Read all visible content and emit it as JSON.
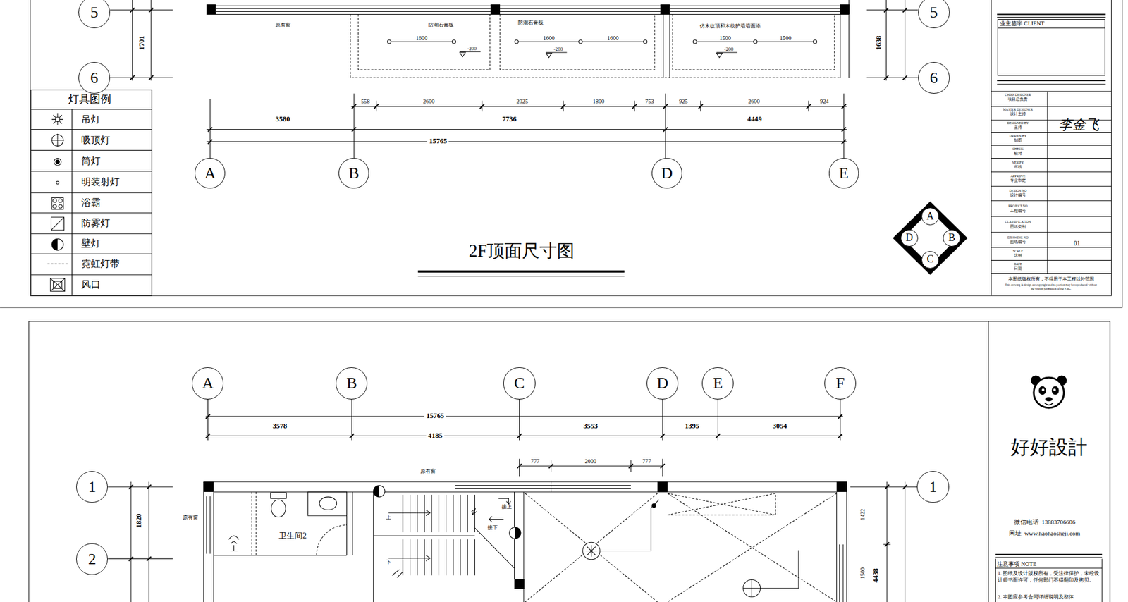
{
  "diagram": {
    "title": "2F顶面尺寸图",
    "nodes": [
      {
        "text": [
          "5"
        ]
      },
      {
        "text": [
          "5"
        ]
      },
      {
        "text": [
          "6"
        ]
      },
      {
        "text": [
          "6"
        ]
      },
      {
        "text": [
          "A"
        ]
      },
      {
        "text": [
          "B"
        ]
      },
      {
        "text": [
          "D"
        ]
      },
      {
        "text": [
          "E"
        ]
      },
      {
        "text": [
          "A"
        ]
      },
      {
        "text": [
          "D"
        ]
      },
      {
        "text": [
          "B"
        ]
      },
      {
        "text": [
          "C"
        ]
      },
      {
        "text": [
          "A"
        ]
      },
      {
        "text": [
          "B"
        ]
      },
      {
        "text": [
          "C"
        ]
      },
      {
        "text": [
          "D"
        ]
      },
      {
        "text": [
          "E"
        ]
      },
      {
        "text": [
          "F"
        ]
      },
      {
        "text": [
          "1"
        ]
      },
      {
        "text": [
          "1"
        ]
      },
      {
        "text": [
          "2"
        ]
      }
    ],
    "labels": [
      "原有窗",
      "防潮石膏板",
      "防潮石膏板",
      "仿木纹顶和木纹护墙墙面漆",
      "1600",
      "-200",
      "1600",
      "1600",
      "-200",
      "1500",
      "1500",
      "-200",
      "1701",
      "1638",
      "558",
      "2600",
      "2025",
      "1800",
      "753",
      "925",
      "2600",
      "924",
      "3580",
      "7736",
      "4449",
      "15765",
      "灯具图例",
      "业主签字 CLIENT",
      "CHIEF DESIGNER",
      "项目总负责",
      "MASTER DESIGNER",
      "设计主持",
      "DESIGNED BY",
      "主持",
      "DRAWN BY",
      "制图",
      "CHECK",
      "校对",
      "VERIFY",
      "审核",
      "APPROVE",
      "专业审定",
      "DESIGN NO",
      "设计编号",
      "PROJECT NO",
      "工程编号",
      "CLASSIFICATION",
      "图纸类别",
      "DRAWING NO",
      "图纸编号",
      "SCALE",
      "比例",
      "DATE",
      "日期",
      "李金飞",
      "01",
      "本图纸版权所有，不得用于本工程以外范围",
      "This drawing & design are copyright and no portion may be reproduced without the written permission of the ENG.",
      "15765",
      "3578",
      "4185",
      "3553",
      "1395",
      "3054",
      "777",
      "2000",
      "777",
      "原有窗",
      "原有窗",
      "1820",
      "1422",
      "1500",
      "4438",
      "卫生间2",
      "上",
      "下",
      "接上",
      "接下",
      "好好設計",
      "微信电话  13883706606",
      "网址  www.haohaosheji.com",
      "注意事项 NOTE",
      "1. 图纸及设计版权所有，受法律保护，未经设计师书面许可，任何部门不得翻印及拷贝。",
      "2. 本图应参考合同详细说明及整体"
    ],
    "legend": [
      {
        "text": "吊灯"
      },
      {
        "text": "吸顶灯"
      },
      {
        "text": "筒灯"
      },
      {
        "text": "明装射灯"
      },
      {
        "text": "浴霸"
      },
      {
        "text": "防雾灯"
      },
      {
        "text": "壁灯"
      },
      {
        "text": "霓虹灯带"
      },
      {
        "text": "风口"
      }
    ]
  }
}
